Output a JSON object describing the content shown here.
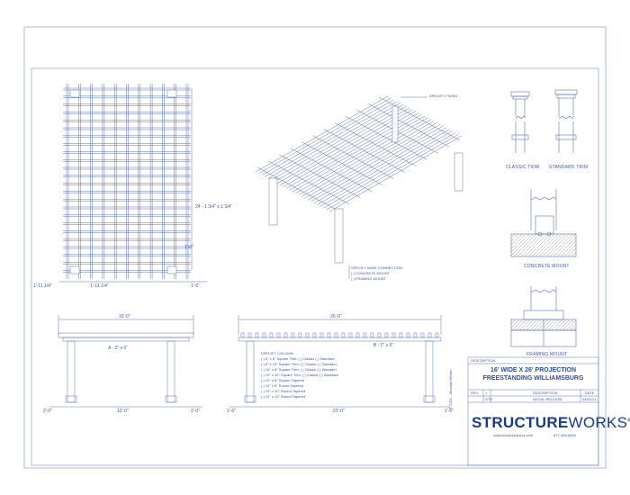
{
  "plan_view": {
    "dims": {
      "slats": "24 - 1 3/4\" x 1 3/4\"",
      "one_foot": "1'-0\"",
      "left_overhang": "1'-11 1/4\"",
      "mid_span": "1'-11 1/4\"",
      "right_overhang": "1'-6\""
    }
  },
  "iso_view": {
    "finish_label": "SPECIFY FINISH",
    "base_connection": [
      "SPECIFY BASE CONNECTION:",
      "(  ) CONCRETE MOUNT",
      "(  ) FRAMING MOUNT"
    ]
  },
  "details": {
    "classic_trim": "CLASSIC TRIM",
    "standard_trim": "STANDARD TRIM",
    "concrete_mount": "CONCRETE MOUNT",
    "framing_mount": "FRAMING MOUNT"
  },
  "front_elevation": {
    "overall": "16'-0\"",
    "beam": "A - 2\" x 6\"",
    "left": "2'-0\"",
    "center": "12'-0\"",
    "right": "2'-0\""
  },
  "side_elevation": {
    "overall": "26'-0\"",
    "beam": "B - 2\" x 6\"",
    "left": "1'-6\"",
    "center": "23'-0\"",
    "right": "1'-6\"",
    "column_title": "SPECIFY COLUMN:",
    "column_options": [
      "(  ) 8\" x 8\" Square    Trim: (  ) Classic  (  ) Standard",
      "(  ) 8\" x 10\" Square    Trim: (  ) Classic  (  ) Standard",
      "(  ) 10\" x 8\" Square    Trim: (  ) Classic  (  ) Standard",
      "(  ) 10\" x 10\" Square    Trim: (  ) Classic  (  ) Standard",
      "(  ) 12\" x 8\" Square Tapered",
      "(  ) 12\" x 8\" Round Tapered",
      "(  ) 10\" x 10\" Round Tapered",
      "(  ) 12\" x 10\" Round Tapered"
    ]
  },
  "title_block": {
    "description_label": "DESCRIPTION",
    "title_line1": "16' WIDE X 26' PROJECTION",
    "title_line2": "FREESTANDING WILLIAMSBURG",
    "rev_label": "REV",
    "rev_value": "1",
    "scale_value": "NTS",
    "description2_label": "DESCRIPTION",
    "description2_value": "INITIAL RELEASE",
    "date_label": "DATE",
    "date_value": "04/01/21",
    "brand_bold": "STRUCTURE",
    "brand_thin": "WORKS",
    "trademark": "®",
    "website": "www.structureworks.com",
    "phone": "877-489-8064",
    "copyright": "© 2021 - StructureWorks"
  }
}
